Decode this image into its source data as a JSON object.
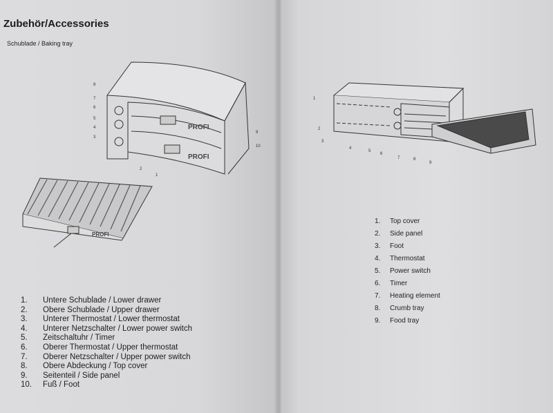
{
  "left_page": {
    "title": "Zubehör/Accessories",
    "subtitle": "Schublade / Baking tray",
    "brand_label": "PROFI",
    "diagram_callouts": [
      "8",
      "7",
      "6",
      "5",
      "4",
      "3",
      "2",
      "1",
      "9",
      "10"
    ],
    "parts": [
      {
        "num": "1.",
        "label": "Untere Schublade / Lower drawer"
      },
      {
        "num": "2.",
        "label": "Obere Schublade / Upper drawer"
      },
      {
        "num": "3.",
        "label": "Unterer Thermostat / Lower thermostat"
      },
      {
        "num": "4.",
        "label": "Unterer Netzschalter / Lower power switch"
      },
      {
        "num": "5.",
        "label": "Zeitschaltuhr / Timer"
      },
      {
        "num": "6.",
        "label": "Oberer Thermostat / Upper thermostat"
      },
      {
        "num": "7.",
        "label": "Oberer Netzschalter / Upper power switch"
      },
      {
        "num": "8.",
        "label": "Obere Abdeckung / Top cover"
      },
      {
        "num": "9.",
        "label": "Seitenteil / Side panel"
      },
      {
        "num": "10.",
        "label": "Fuß / Foot"
      }
    ]
  },
  "right_page": {
    "diagram_callouts": [
      "1",
      "2",
      "3",
      "4",
      "5",
      "6",
      "7",
      "8",
      "9"
    ],
    "parts": [
      {
        "num": "1.",
        "label": "Top cover"
      },
      {
        "num": "2.",
        "label": "Side panel"
      },
      {
        "num": "3.",
        "label": "Foot"
      },
      {
        "num": "4.",
        "label": "Thermostat"
      },
      {
        "num": "5.",
        "label": "Power switch"
      },
      {
        "num": "6.",
        "label": "Timer"
      },
      {
        "num": "7.",
        "label": "Heating element"
      },
      {
        "num": "8.",
        "label": "Crumb tray"
      },
      {
        "num": "9.",
        "label": "Food tray"
      }
    ]
  }
}
